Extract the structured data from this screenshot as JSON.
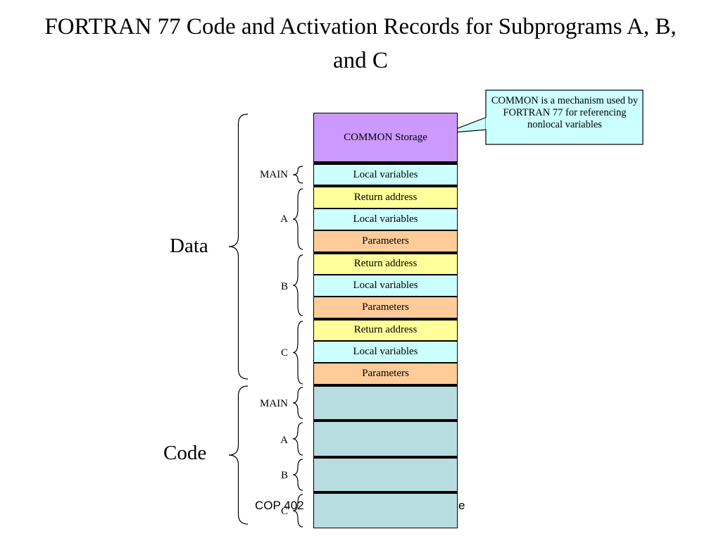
{
  "title": "FORTRAN 77 Code and Activation Records for Subprograms A, B, and C",
  "callout": "COMMON is a mechanism used by FORTRAN 77 for referencing nonlocal variables",
  "data_label": "Data",
  "code_label": "Code",
  "footer_left": "COP 402",
  "footer_right": "e",
  "colors": {
    "common": "#cc99ff",
    "local": "#ccffff",
    "return": "#ffff99",
    "params": "#ffcc99",
    "code": "#b7dde0",
    "callout": "#ccffff"
  },
  "stack": [
    {
      "kind": "common",
      "label": "COMMON Storage"
    },
    {
      "kind": "local",
      "label": "Local variables"
    },
    {
      "kind": "return",
      "label": "Return address"
    },
    {
      "kind": "local",
      "label": "Local variables"
    },
    {
      "kind": "params",
      "label": "Parameters"
    },
    {
      "kind": "return",
      "label": "Return address"
    },
    {
      "kind": "local",
      "label": "Local variables"
    },
    {
      "kind": "params",
      "label": "Parameters"
    },
    {
      "kind": "return",
      "label": "Return address"
    },
    {
      "kind": "local",
      "label": "Local variables"
    },
    {
      "kind": "params",
      "label": "Parameters"
    },
    {
      "kind": "code",
      "label": ""
    },
    {
      "kind": "code",
      "label": ""
    },
    {
      "kind": "code",
      "label": ""
    },
    {
      "kind": "code",
      "label": ""
    }
  ],
  "data_groups": [
    "MAIN",
    "A",
    "B",
    "C"
  ],
  "code_groups": [
    "MAIN",
    "A",
    "B",
    "C"
  ]
}
